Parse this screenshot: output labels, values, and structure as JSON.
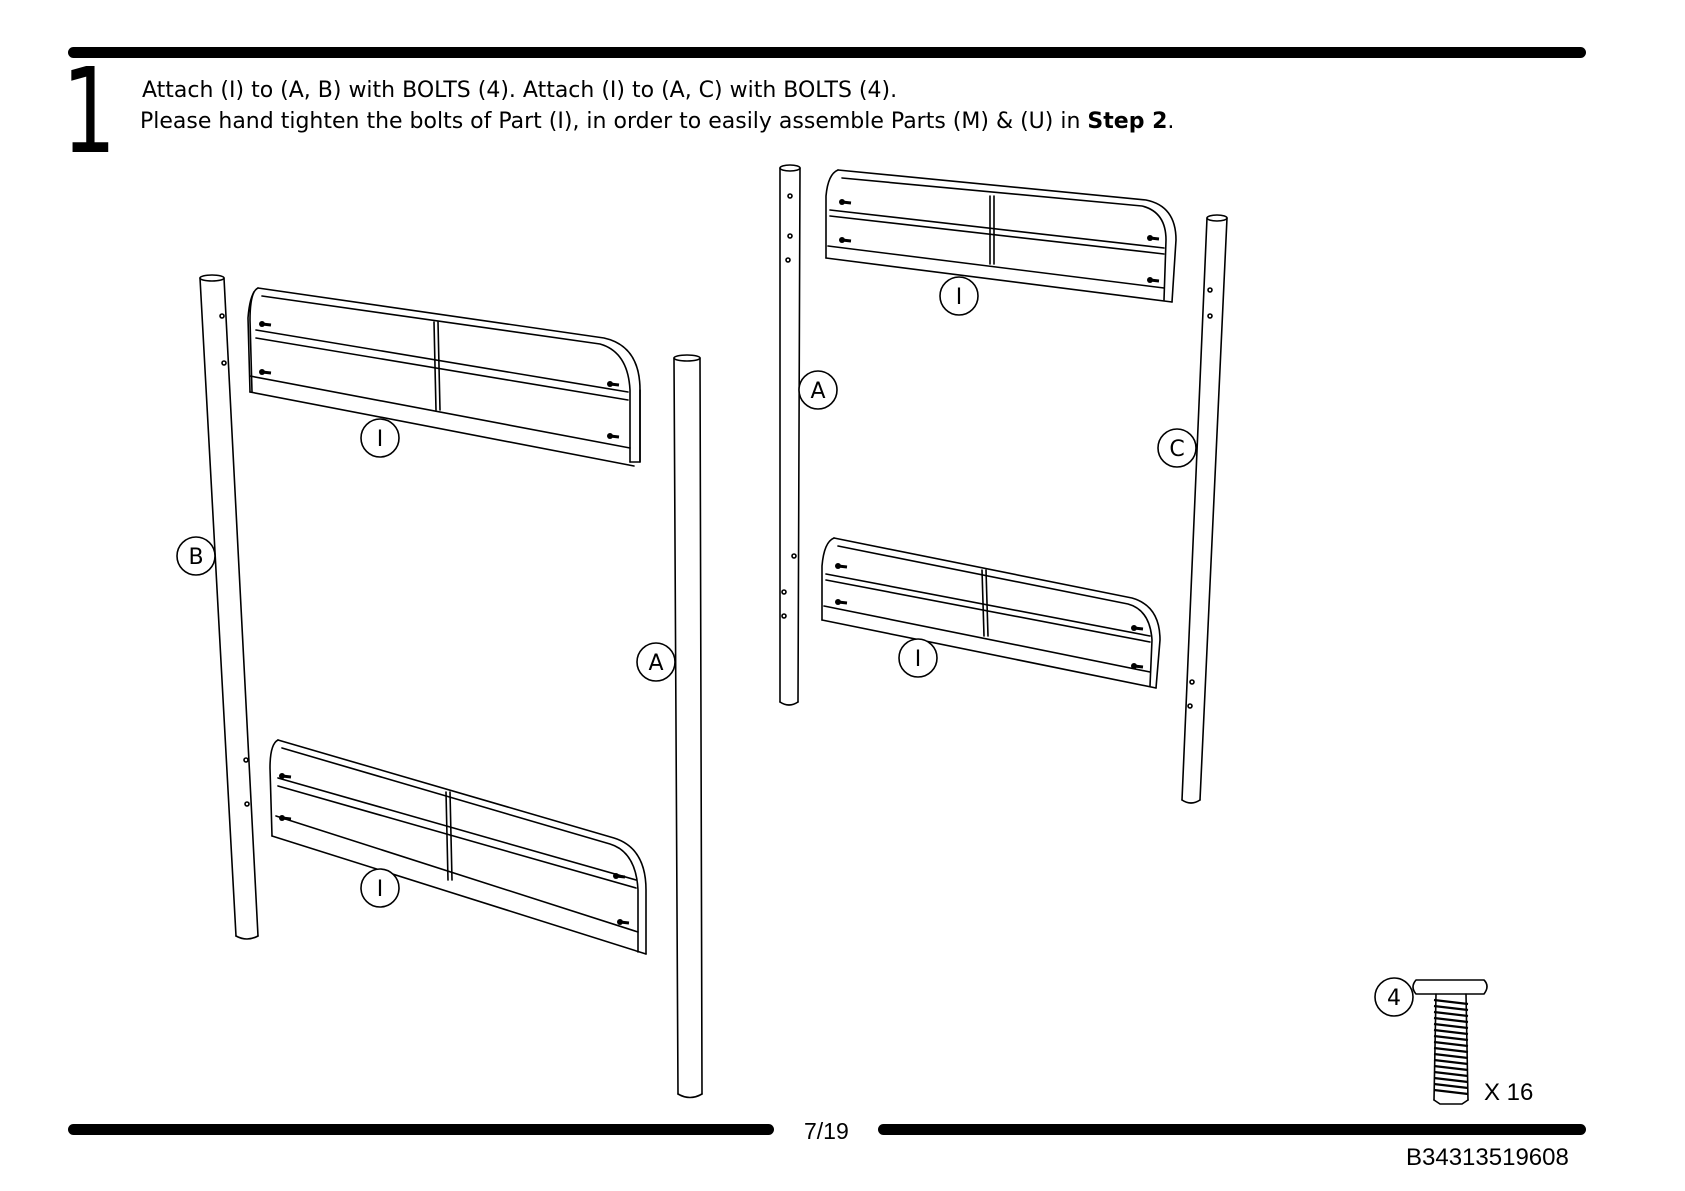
{
  "step": {
    "number": "1",
    "line1": "Attach (I) to (A, B) with BOLTS (4). Attach (I) to (A, C) with BOLTS (4).",
    "line2_pre": "Please hand tighten the bolts of Part (I), in order to easily assemble Parts (M) & (U) in ",
    "line2_bold": "Step 2",
    "line2_post": "."
  },
  "part_labels": {
    "left_panel_top": "I",
    "left_panel_bottom": "I",
    "left_post_left": "B",
    "left_post_right": "A",
    "right_post_left": "A",
    "right_post_right": "C",
    "right_panel_top": "I",
    "right_panel_bottom": "I"
  },
  "hardware": {
    "part_number": "4",
    "quantity": "X 16"
  },
  "footer": {
    "page": "7/19",
    "product_code": "B34313519608"
  }
}
